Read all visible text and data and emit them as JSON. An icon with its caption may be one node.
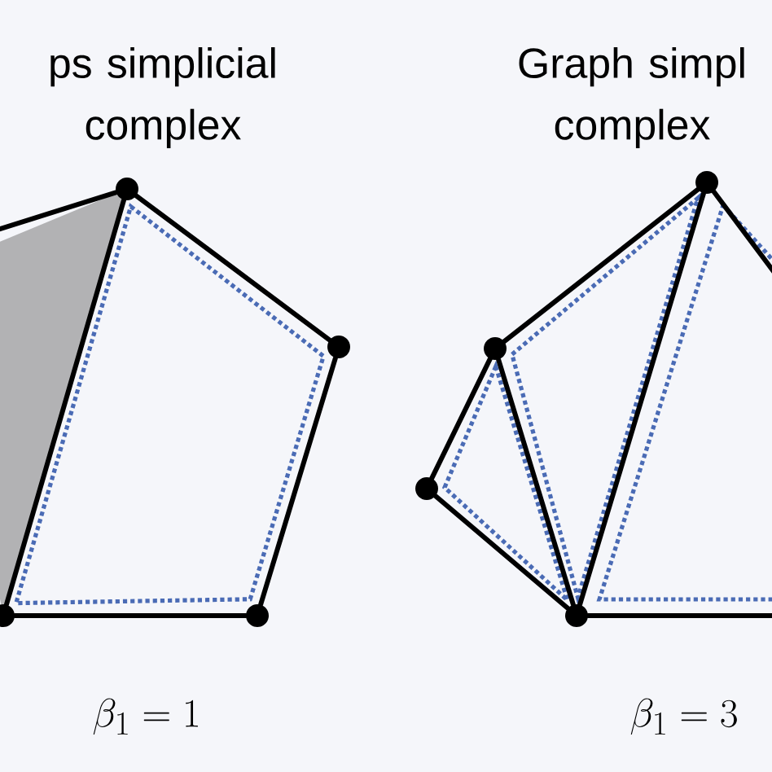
{
  "diagram": {
    "nodes": [
      {
        "text": [],
        "shape": "circle"
      },
      {
        "text": [],
        "shape": "circle"
      },
      {
        "text": [],
        "shape": "circle"
      },
      {
        "text": [],
        "shape": "circle"
      },
      {
        "text": [],
        "shape": "circle"
      },
      {
        "text": [],
        "shape": "circle"
      },
      {
        "text": [],
        "shape": "circle"
      },
      {
        "text": [],
        "shape": "circle"
      }
    ],
    "edges": [
      {
        "from": 0,
        "to": 1,
        "arrow": "none"
      },
      {
        "from": 1,
        "to": 3,
        "arrow": "none"
      },
      {
        "from": 3,
        "to": 2,
        "arrow": "none"
      },
      {
        "from": 2,
        "to": 0,
        "arrow": "none"
      },
      {
        "from": 0,
        "to": null,
        "arrow": "none"
      },
      {
        "from": 4,
        "to": 5,
        "arrow": "none"
      },
      {
        "from": 5,
        "to": 6,
        "arrow": "none"
      },
      {
        "from": 6,
        "to": 7,
        "arrow": "none"
      },
      {
        "from": 5,
        "to": 7,
        "arrow": "none"
      },
      {
        "from": 7,
        "to": 4,
        "arrow": "none"
      },
      {
        "from": 4,
        "to": null,
        "arrow": "none"
      },
      {
        "from": 7,
        "to": null,
        "arrow": "none"
      }
    ],
    "labels": [
      "ps simplicial complex",
      "Graph simpl complex",
      "\\beta_1 = 1",
      "\\beta_1 = 3"
    ]
  }
}
